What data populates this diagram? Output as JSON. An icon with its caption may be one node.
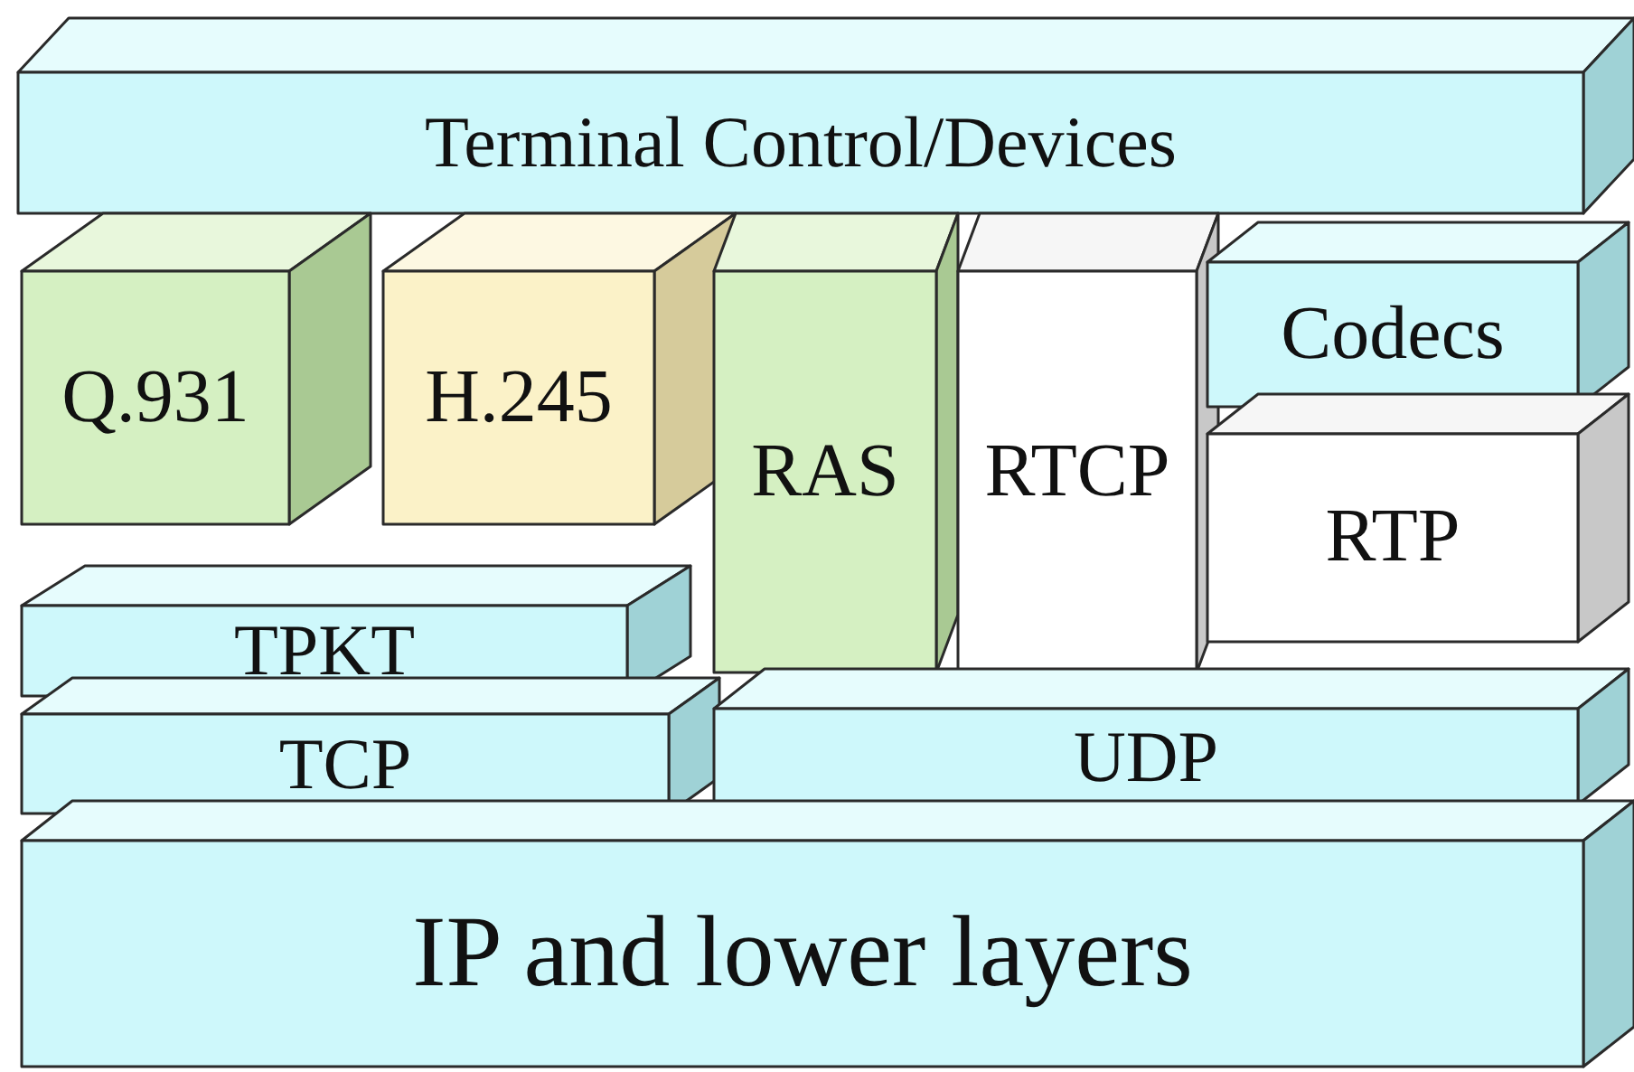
{
  "diagram": {
    "nodes": [
      {
        "text": [
          "Terminal Control/Devices"
        ]
      },
      {
        "text": [
          "Q.931"
        ]
      },
      {
        "text": [
          "H.245"
        ]
      },
      {
        "text": [
          "RAS"
        ]
      },
      {
        "text": [
          "RTCP"
        ]
      },
      {
        "text": [
          "Codecs"
        ]
      },
      {
        "text": [
          "RTP"
        ]
      },
      {
        "text": [
          "TPKT"
        ]
      },
      {
        "text": [
          "TCP"
        ]
      },
      {
        "text": [
          "UDP"
        ]
      },
      {
        "text": [
          "IP and lower layers"
        ]
      }
    ]
  }
}
